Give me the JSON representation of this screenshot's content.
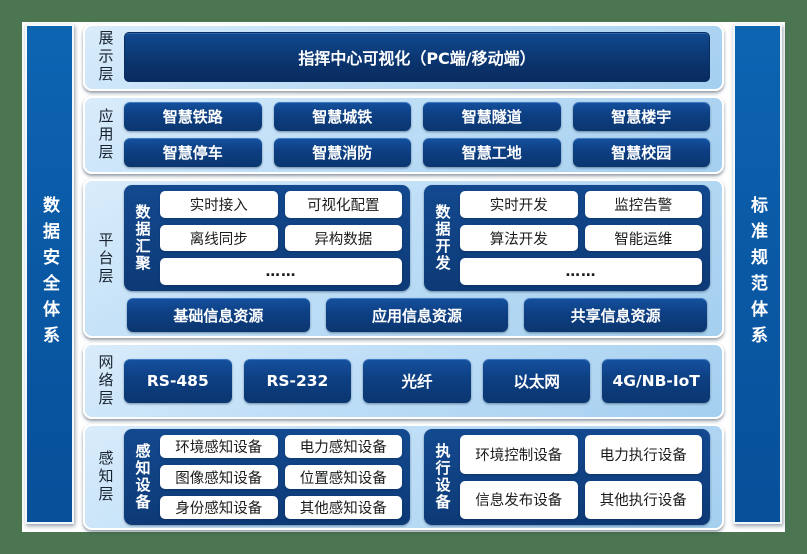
{
  "left_bar": {
    "label": "数据安全体系"
  },
  "right_bar": {
    "label": "标准规范体系"
  },
  "layers": [
    {
      "label": "展示层",
      "box": "指挥中心可视化（PC端/移动端）"
    },
    {
      "label": "应用层",
      "rows": [
        [
          "智慧铁路",
          "智慧城铁",
          "智慧隧道",
          "智慧楼宇"
        ],
        [
          "智慧停车",
          "智慧消防",
          "智慧工地",
          "智慧校园"
        ]
      ]
    },
    {
      "label": "平台层",
      "groups": [
        {
          "label": "数据汇聚",
          "items": [
            "实时接入",
            "可视化配置",
            "离线同步",
            "异构数据"
          ],
          "more": "……"
        },
        {
          "label": "数据开发",
          "items": [
            "实时开发",
            "监控告警",
            "算法开发",
            "智能运维"
          ],
          "more": "……"
        }
      ],
      "resources": [
        "基础信息资源",
        "应用信息资源",
        "共享信息资源"
      ]
    },
    {
      "label": "网络层",
      "items": [
        "RS-485",
        "RS-232",
        "光纤",
        "以太网",
        "4G/NB-IoT"
      ]
    },
    {
      "label": "感知层",
      "groups": [
        {
          "label": "感知设备",
          "items": [
            "环境感知设备",
            "电力感知设备",
            "图像感知设备",
            "位置感知设备",
            "身份感知设备",
            "其他感知设备"
          ]
        },
        {
          "label": "执行设备",
          "items": [
            "环境控制设备",
            "电力执行设备",
            "信息发布设备",
            "其他执行设备"
          ]
        }
      ]
    }
  ],
  "colors": {
    "frame_green": "#4c7552",
    "pillar_blue": "#0a58a4",
    "panel_light_blue": "#bedff7",
    "box_navy": "#0d3f82",
    "chip_white": "#ffffff"
  }
}
